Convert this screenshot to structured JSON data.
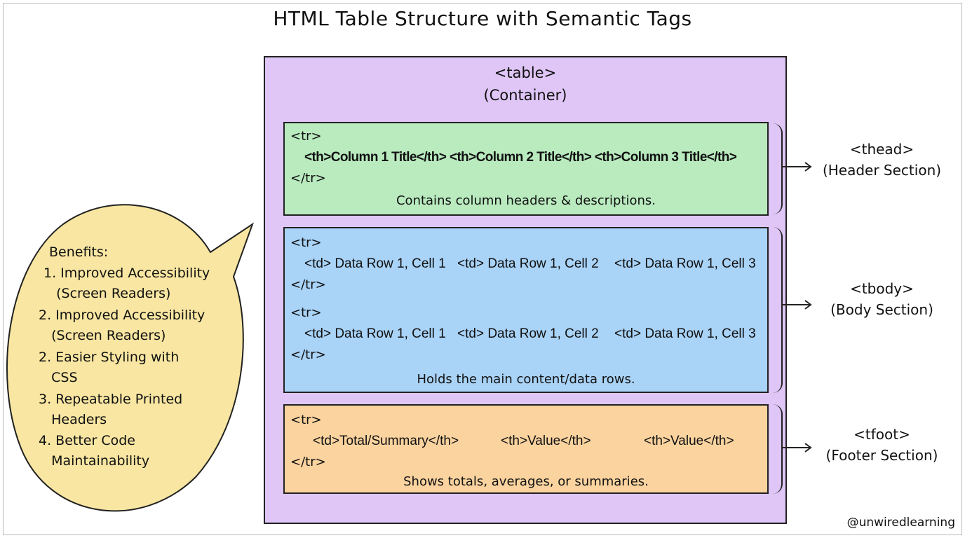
{
  "title": "HTML Table Structure with Semantic Tags",
  "container": {
    "tag": "<table>",
    "caption": "(Container)"
  },
  "sections": {
    "thead": {
      "open": "<tr>",
      "row": "<th>Column 1 Title</th> <th>Column 2 Title</th> <th>Column 3 Title</th>",
      "close": "</tr>",
      "desc": "Contains column headers & descriptions.",
      "label_tag": "<thead>",
      "label_caption": "(Header Section)"
    },
    "tbody": {
      "open1": "<tr>",
      "row1": [
        "<td> Data Row 1, Cell 1",
        "<td> Data Row 1, Cell 2",
        "<td> Data Row 1, Cell 3"
      ],
      "close1": "</tr>",
      "open2": "<tr>",
      "row2": [
        "<td> Data Row 1, Cell 1",
        "<td> Data Row 1, Cell 2",
        "<td> Data Row 1, Cell 3"
      ],
      "close2": "</tr>",
      "desc": "Holds the main content/data rows.",
      "label_tag": "<tbody>",
      "label_caption": "(Body Section)"
    },
    "tfoot": {
      "open": "<tr>",
      "row": [
        "<td>Total/Summary</th>",
        "<th>Value</th>",
        "<th>Value</th>"
      ],
      "close": "</tr>",
      "desc": "Shows totals, averages, or summaries.",
      "label_tag": "<tfoot>",
      "label_caption": "(Footer Section)"
    }
  },
  "benefits": {
    "heading": "Benefits:",
    "lines": [
      "1. Improved Accessibility",
      "   (Screen Readers)",
      "2. Improved Accessibility",
      "   (Screen Readers)",
      "2. Easier Styling with",
      "   CSS",
      "3. Repeatable Printed",
      "   Headers",
      "4. Better Code",
      "   Maintainability"
    ]
  },
  "watermark": "@unwiredlearning",
  "colors": {
    "container": "#dfc6f6",
    "thead": "#b9ebbf",
    "tbody": "#a9d3f7",
    "tfoot": "#fad39f",
    "bubble": "#f8e6a2"
  }
}
